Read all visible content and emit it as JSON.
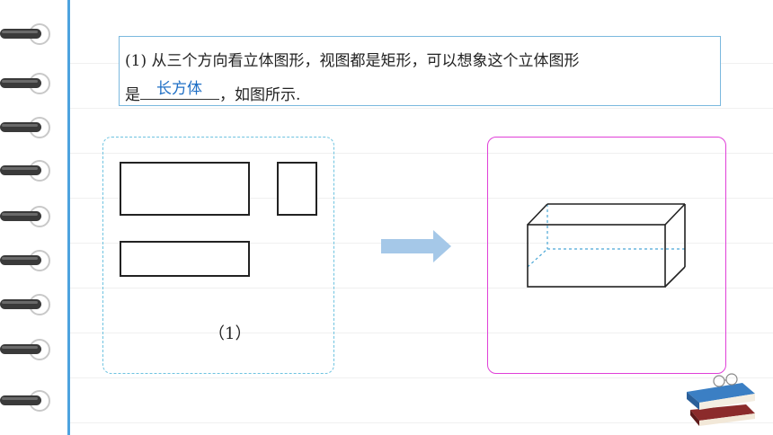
{
  "question": {
    "line1": "(1) 从三个方向看立体图形，视图都是矩形，可以想象这个立体图形",
    "line2_prefix": "是",
    "answer": "长方体",
    "line2_suffix": "，如图所示."
  },
  "figure_caption": "（1）",
  "colors": {
    "margin_line": "#4da3df",
    "answer_text": "#1f6fc5",
    "views_border": "#6ec3e0",
    "solid_border": "#e040d8",
    "arrow": "#a5c8e8"
  }
}
